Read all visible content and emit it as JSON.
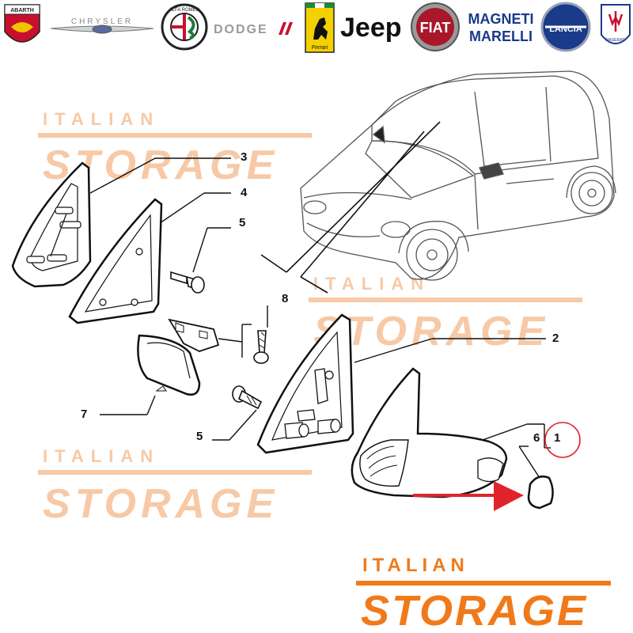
{
  "brand_logos": [
    {
      "name": "abarth",
      "text": "ABARTH"
    },
    {
      "name": "chrysler",
      "text": "CHRYSLER"
    },
    {
      "name": "alfa-romeo",
      "text": "ALFA ROMEO"
    },
    {
      "name": "dodge",
      "text": "DODGE"
    },
    {
      "name": "ferrari",
      "text": "Ferrari"
    },
    {
      "name": "jeep",
      "text": "Jeep"
    },
    {
      "name": "fiat",
      "text": "FIAT"
    },
    {
      "name": "magneti-marelli",
      "text": "MAGNETI MARELLI"
    },
    {
      "name": "lancia",
      "text": "LANCIA"
    },
    {
      "name": "maserati",
      "text": "MASERATI"
    }
  ],
  "watermark": {
    "line1": "ITALIAN",
    "line2": "STORAGE"
  },
  "brand_footer": {
    "line1": "ITALIAN",
    "line2": "STORAGE"
  },
  "callouts": {
    "n1": "1",
    "n2": "2",
    "n3": "3",
    "n4": "4",
    "n5a": "5",
    "n5b": "5",
    "n6": "6",
    "n7": "7",
    "n8": "8"
  },
  "colors": {
    "watermark": "#f7c9a6",
    "footer": "#f07a1a",
    "highlight_circle": "#e0242a",
    "arrow": "#e0242a",
    "lines": "#111111"
  }
}
